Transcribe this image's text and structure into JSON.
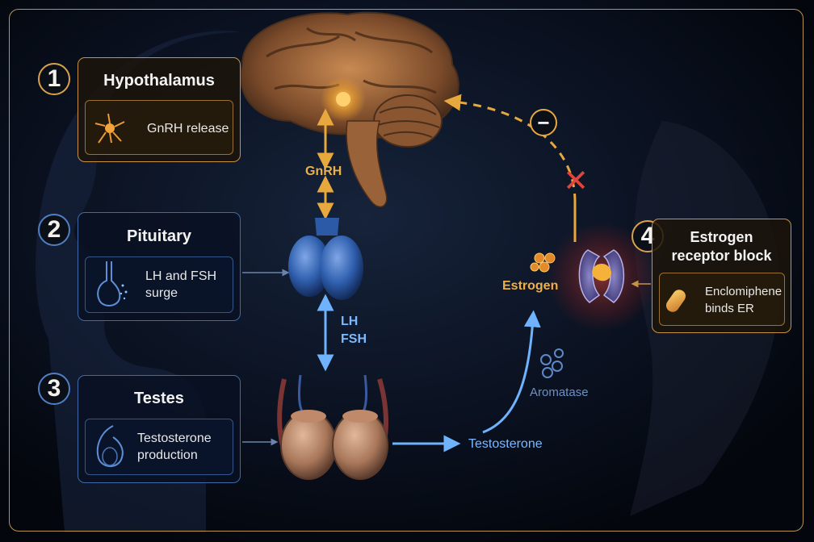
{
  "steps": [
    {
      "number": "1",
      "title": "Hypothalamus",
      "detail": "GnRH release"
    },
    {
      "number": "2",
      "title": "Pituitary",
      "detail_line1": "LH and FSH",
      "detail_line2": "surge"
    },
    {
      "number": "3",
      "title": "Testes",
      "detail_line1": "Testosterone",
      "detail_line2": "production"
    },
    {
      "number": "4",
      "title_line1": "Estrogen",
      "title_line2": "receptor block",
      "detail_line1": "Enclomiphene",
      "detail_line2": "binds ER"
    }
  ],
  "labels": {
    "gnrh": "GnRH",
    "lh": "LH",
    "fsh": "FSH",
    "testosterone": "Testosterone",
    "aromatase": "Aromatase",
    "estrogen": "Estrogen",
    "minus": "−",
    "block": "✕"
  },
  "colors": {
    "gold": "#e7a83e",
    "blue": "#5aa2ef",
    "red": "#e0443a",
    "frame": "#b99352"
  }
}
